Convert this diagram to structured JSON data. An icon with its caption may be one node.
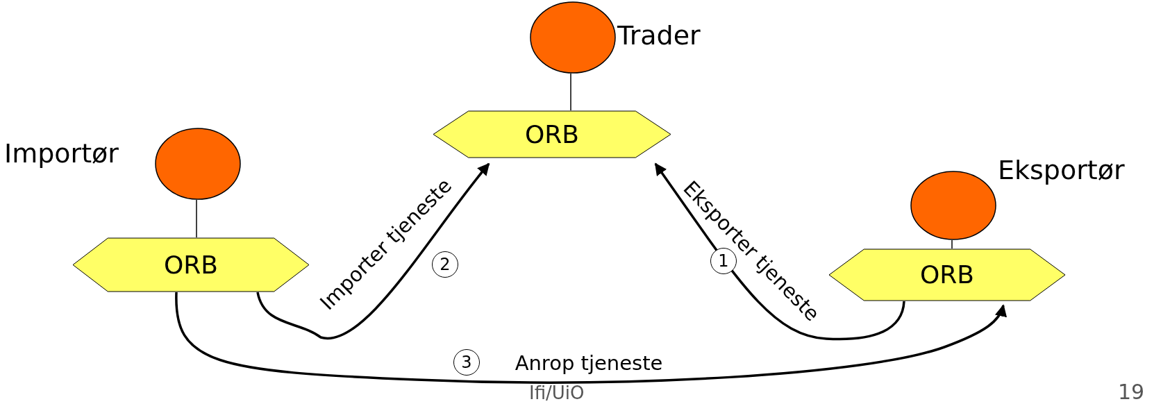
{
  "diagram": {
    "nodes": [
      {
        "text": [
          "Trader"
        ]
      },
      {
        "text": [
          "ORB"
        ]
      },
      {
        "text": [
          "Importør"
        ]
      },
      {
        "text": [
          "ORB"
        ]
      },
      {
        "text": [
          "Eksportør"
        ]
      },
      {
        "text": [
          "ORB"
        ]
      }
    ],
    "edges": [
      {
        "from": 0,
        "to": 1,
        "arrow": "none"
      },
      {
        "from": 2,
        "to": 3,
        "arrow": "none"
      },
      {
        "from": 4,
        "to": 5,
        "arrow": "none"
      },
      {
        "from": 5,
        "to": 1,
        "arrow": "to",
        "label": "Eksporter tjeneste"
      },
      {
        "from": 3,
        "to": 1,
        "arrow": "to",
        "label": "Importer tjeneste"
      },
      {
        "from": 3,
        "to": 5,
        "arrow": "to",
        "label": "Anrop tjeneste"
      }
    ],
    "labels": [
      "2",
      "1",
      "3",
      "Ifi/UiO",
      "19"
    ]
  }
}
